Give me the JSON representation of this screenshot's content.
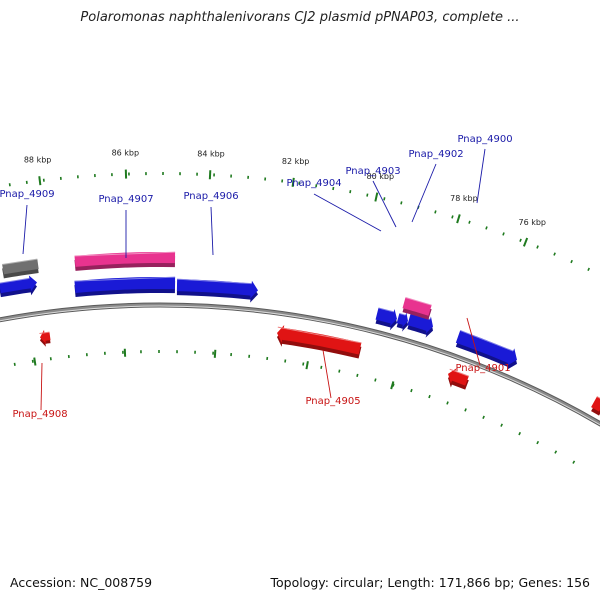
{
  "title": "Polaromonas naphthalenivorans CJ2 plasmid pPNAP03, complete ...",
  "footer": {
    "accession": "Accession: NC_008759",
    "summary": "Topology: circular; Length: 171,866 bp; Genes: 156"
  },
  "colors": {
    "forward_gene": "#1a1ad6",
    "reverse_gene": "#e01414",
    "rna_gene": "#e8338f",
    "other_feature": "#707070",
    "backbone": "#8a8a8a",
    "tick": "#1f7a1f",
    "forward_label": "#1a1aa8",
    "reverse_label": "#c81414"
  },
  "ticks": [
    {
      "label": "76 kbp"
    },
    {
      "label": "78 kbp"
    },
    {
      "label": "80 kbp"
    },
    {
      "label": "82 kbp"
    },
    {
      "label": "84 kbp"
    },
    {
      "label": "86 kbp"
    },
    {
      "label": "88 kbp"
    }
  ],
  "genes": [
    {
      "label": "Pnap_4900",
      "strand": "forward"
    },
    {
      "label": "Pnap_4901",
      "strand": "reverse"
    },
    {
      "label": "Pnap_4902",
      "strand": "forward"
    },
    {
      "label": "Pnap_4903",
      "strand": "forward"
    },
    {
      "label": "Pnap_4904",
      "strand": "forward"
    },
    {
      "label": "Pnap_4905",
      "strand": "reverse"
    },
    {
      "label": "Pnap_4906",
      "strand": "forward"
    },
    {
      "label": "Pnap_4907",
      "strand": "forward"
    },
    {
      "label": "Pnap_4908",
      "strand": "reverse"
    },
    {
      "label": "Pnap_4909",
      "strand": "forward"
    }
  ]
}
